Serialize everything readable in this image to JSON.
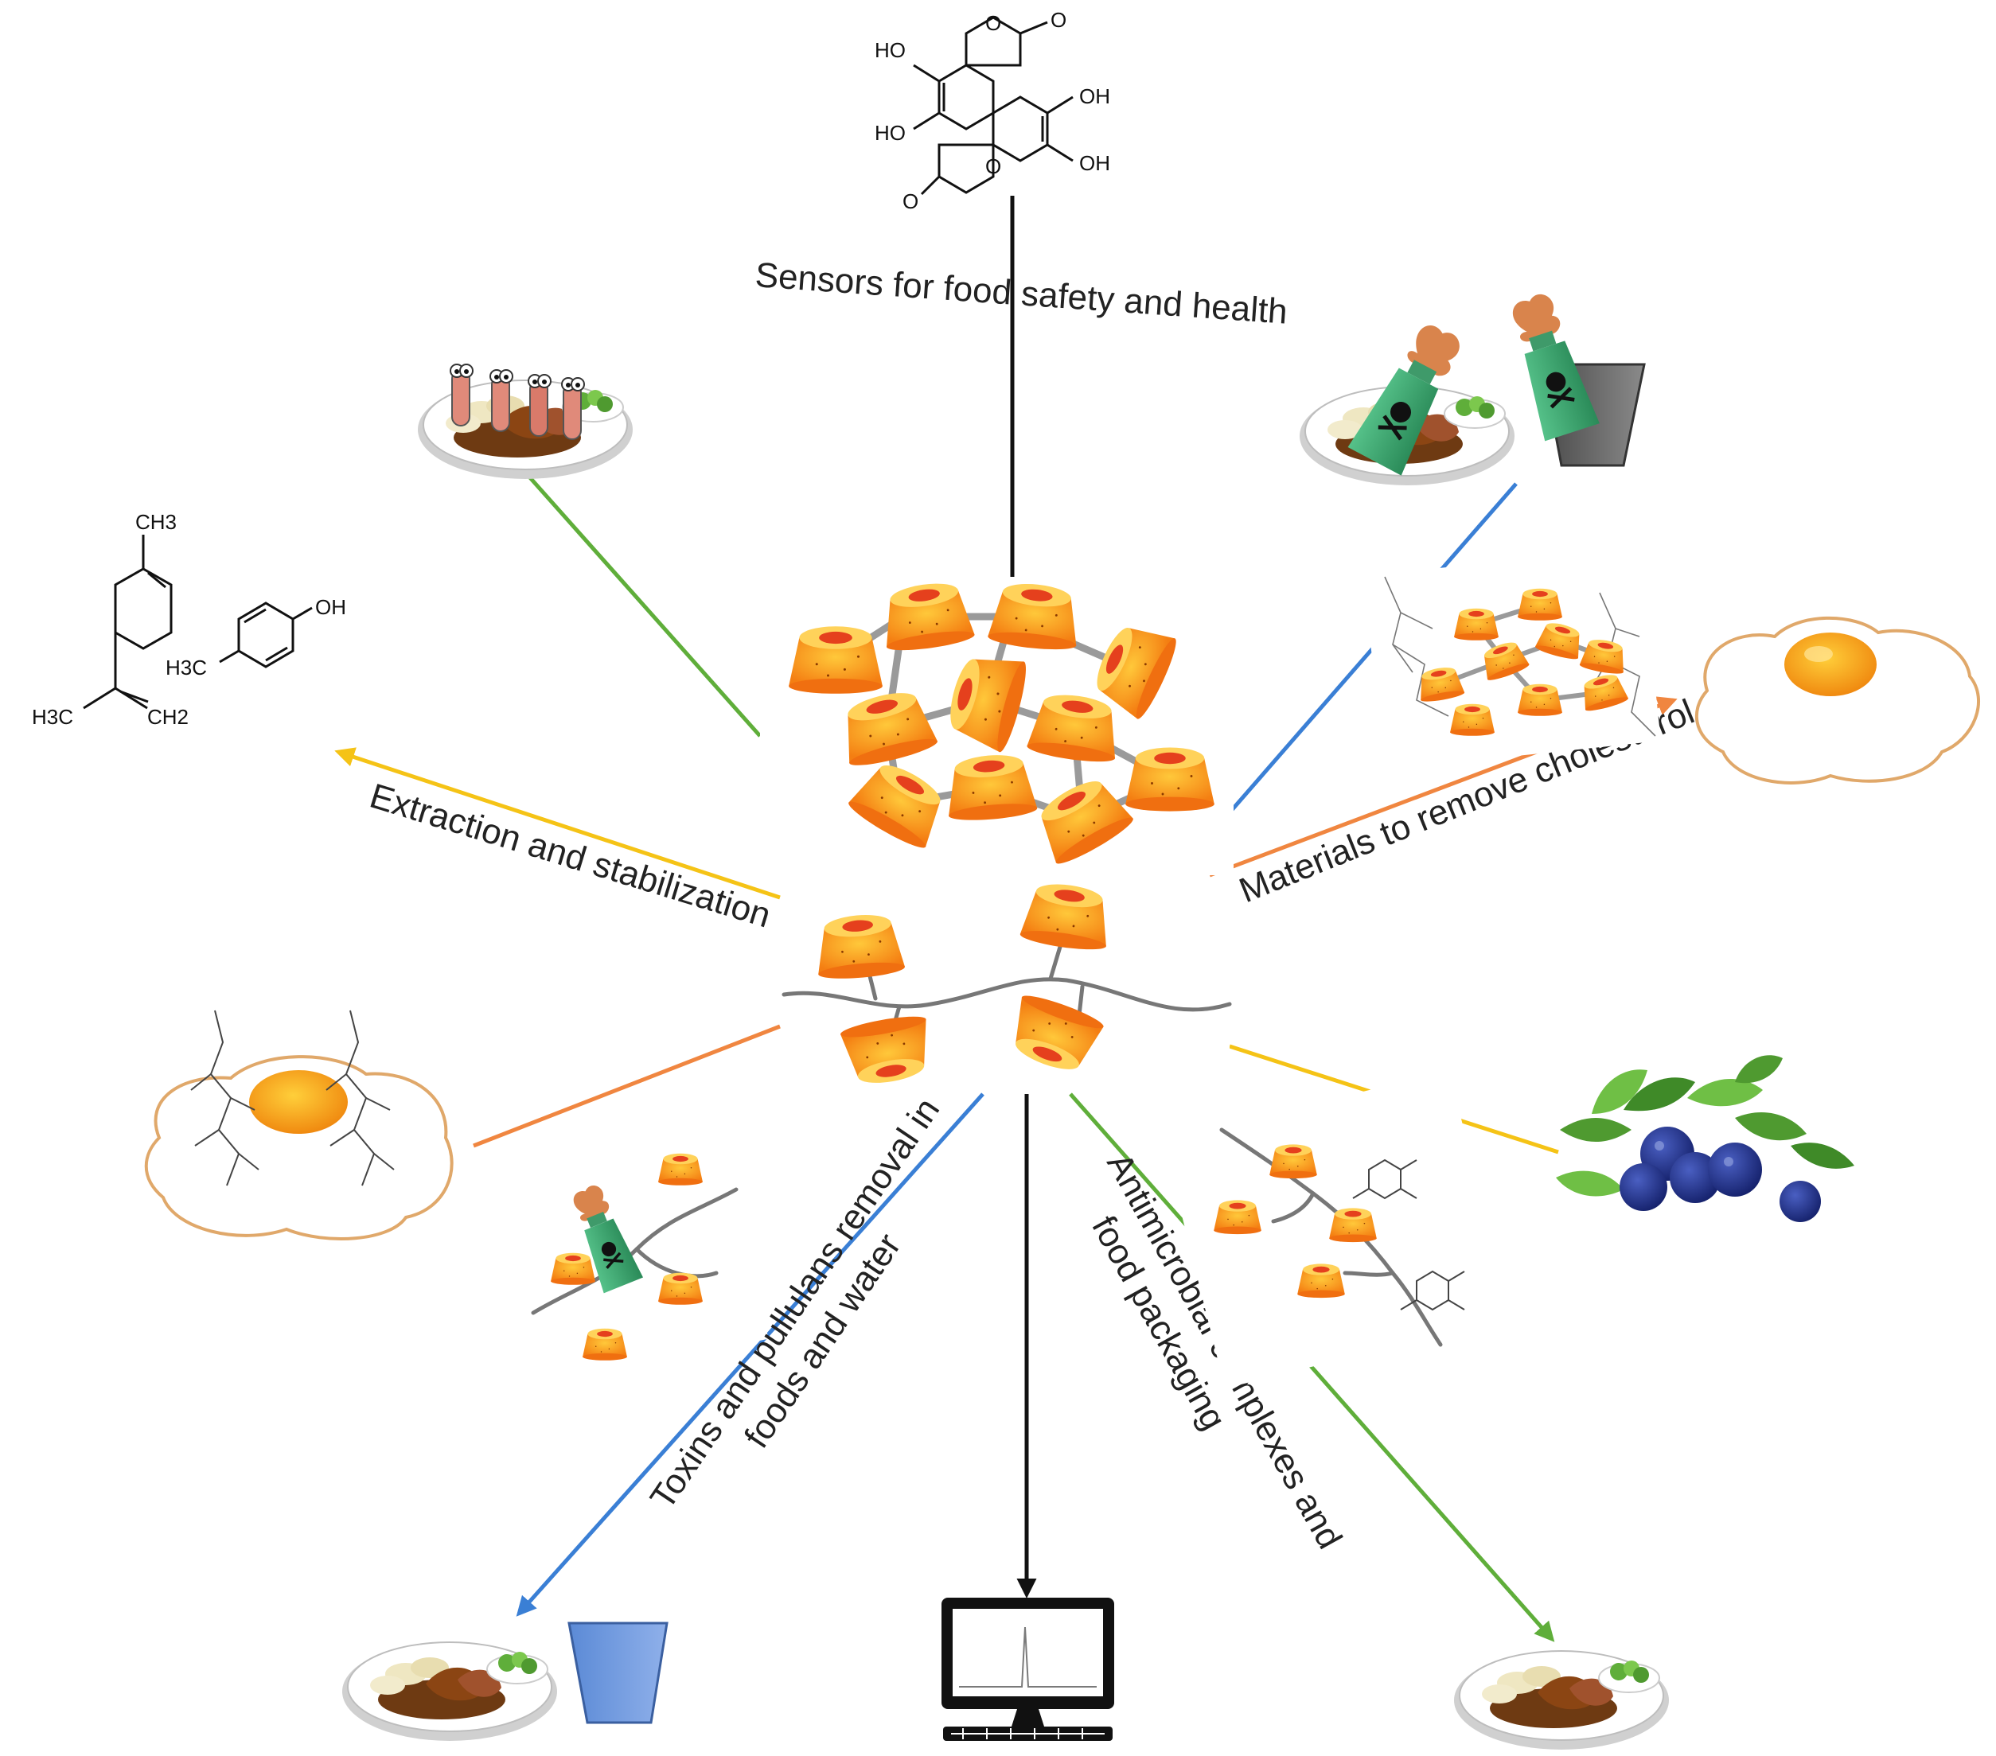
{
  "colors": {
    "black": "#111111",
    "blue": "#3a7fd5",
    "green": "#5fae3a",
    "yellow": "#f5c316",
    "orange": "#f08640",
    "cd_outer": "#fdb21a",
    "cd_core": "#e5401d"
  },
  "labels": {
    "sensors": "Sensors for food safety and health",
    "cholesterol": "Materials to remove cholesterol",
    "extraction": "Extraction and stabilization",
    "toxins_line1": "Toxins and pullulans removal in",
    "toxins_line2": "foods and water",
    "antimicrobial_line1": "Antimicrobial complexes and",
    "antimicrobial_line2": "food packaging"
  },
  "chemistry": {
    "ellagic_acid": {
      "oh_groups": [
        "HO",
        "HO",
        "OH",
        "OH"
      ],
      "carbonyl_o": [
        "O",
        "O"
      ],
      "ring_o": [
        "O",
        "O"
      ]
    },
    "limonene": {
      "methyl": "CH3",
      "ch3_left": "H3C",
      "ch2_right": "CH2"
    },
    "cresol": {
      "oh": "OH",
      "methyl": "H3C"
    }
  },
  "icons": [
    "ellagic-acid-structure",
    "food-plate-with-bacteria-icon",
    "food-plate-with-toxin-icon",
    "toxin-bottle-icon",
    "water-glass-gray-icon",
    "limonene-structure",
    "cresol-structure",
    "cyclodextrin-nanosponge-icon",
    "cyclodextrin-polymer-icon",
    "cyclodextrin-cholesterol-complex-icon",
    "fried-egg-icon",
    "egg-with-cholesterol-icon",
    "toxin-capture-polymer-icon",
    "antioxidant-polymer-icon",
    "blueberries-icon",
    "food-plate-icon",
    "water-glass-blue-icon",
    "computer-monitor-chromatogram-icon"
  ]
}
